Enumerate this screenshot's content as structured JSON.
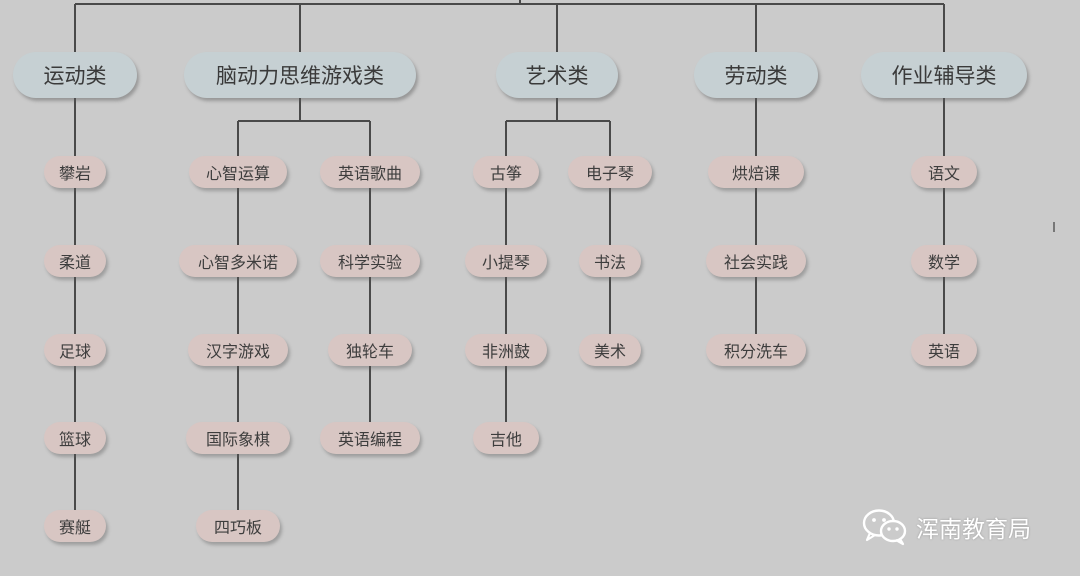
{
  "diagram": {
    "categories": [
      {
        "label": "运动类",
        "columns": [
          [
            "攀岩",
            "柔道",
            "足球",
            "篮球",
            "赛艇"
          ]
        ]
      },
      {
        "label": "脑动力思维游戏类",
        "columns": [
          [
            "心智运算",
            "心智多米诺",
            "汉字游戏",
            "国际象棋",
            "四巧板"
          ],
          [
            "英语歌曲",
            "科学实验",
            "独轮车",
            "英语编程"
          ]
        ]
      },
      {
        "label": "艺术类",
        "columns": [
          [
            "古筝",
            "小提琴",
            "非洲鼓",
            "吉他"
          ],
          [
            "电子琴",
            "书法",
            "美术"
          ]
        ]
      },
      {
        "label": "劳动类",
        "columns": [
          [
            "烘焙课",
            "社会实践",
            "积分洗车"
          ]
        ]
      },
      {
        "label": "作业辅导类",
        "columns": [
          [
            "语文",
            "数学",
            "英语"
          ]
        ]
      }
    ]
  },
  "watermark": {
    "text": "浑南教育局",
    "icon": "wechat-icon"
  },
  "colors": {
    "background": "#cbcbcb",
    "category_fill": "#c6d0d3",
    "item_fill": "#d8c6c3",
    "line": "#4a4a4a"
  }
}
